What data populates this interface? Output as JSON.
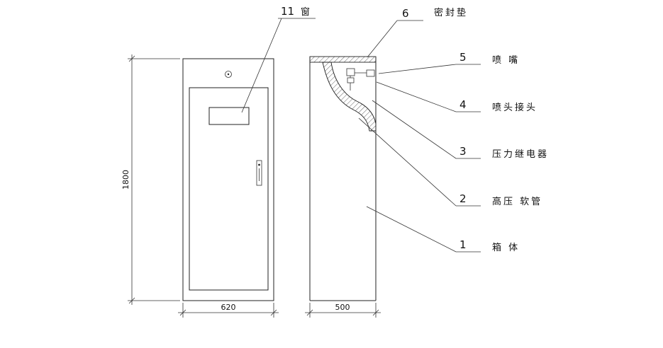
{
  "front_view": {
    "height_dim": "1800",
    "width_dim": "620",
    "window_callout": {
      "number": "11",
      "label": "窗"
    }
  },
  "side_view": {
    "width_dim": "500"
  },
  "callouts": [
    {
      "number": "6",
      "label": "密封垫"
    },
    {
      "number": "5",
      "label": "喷  嘴"
    },
    {
      "number": "4",
      "label": "喷头接头"
    },
    {
      "number": "3",
      "label": "压力继电器"
    },
    {
      "number": "2",
      "label": "高压 软管"
    },
    {
      "number": "1",
      "label": "箱  体"
    }
  ]
}
